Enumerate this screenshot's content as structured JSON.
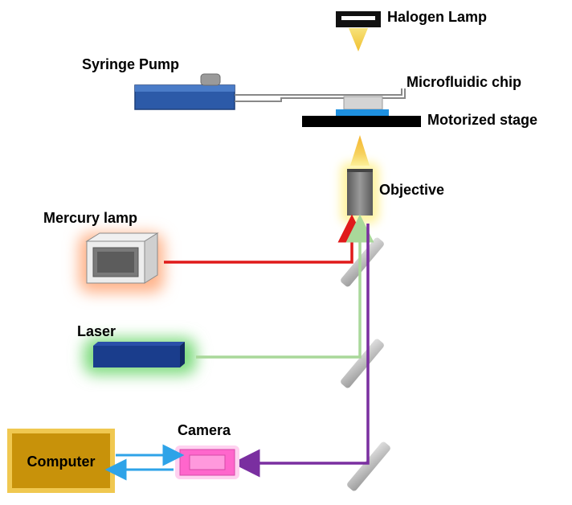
{
  "labels": {
    "halogen_lamp": "Halogen Lamp",
    "syringe_pump": "Syringe Pump",
    "microfluidic_chip": "Microfluidic chip",
    "motorized_stage": "Motorized stage",
    "objective": "Objective",
    "mercury_lamp": "Mercury lamp",
    "laser": "Laser",
    "camera": "Camera",
    "computer": "Computer"
  },
  "colors": {
    "pump_blue": "#2c5aa8",
    "chip_blue": "#1e90e0",
    "objective_gray": "#7a7a7a",
    "objective_glow": "#fff3a0",
    "mercury_glow": "#ffb38a",
    "laser_glow": "#7fdc7f",
    "laser_body": "#1a3d8c",
    "camera_pink": "#ff66cc",
    "computer_gold": "#c8920a",
    "red_beam": "#e01a1a",
    "green_beam": "#a9d89a",
    "purple_beam": "#7a2fa0",
    "usb_blue": "#2ea3e8",
    "halogen_cone": "#f5d76e"
  },
  "icons": {
    "halogen": "lamp-icon",
    "pump": "syringe-pump-icon",
    "chip": "microfluidic-chip-icon",
    "stage": "stage-icon",
    "objective": "objective-lens-icon",
    "mercury": "mercury-lamp-icon",
    "laser": "laser-icon",
    "camera": "camera-icon",
    "computer": "computer-icon",
    "mirror": "mirror-icon"
  }
}
